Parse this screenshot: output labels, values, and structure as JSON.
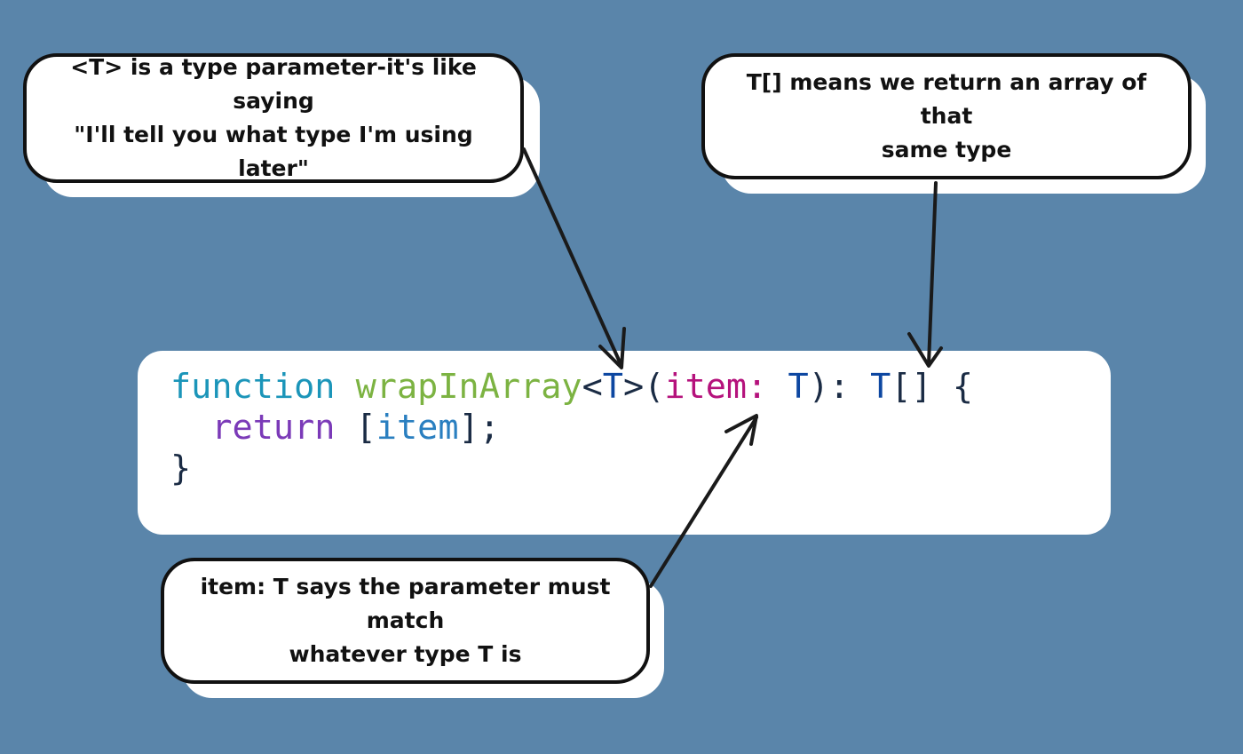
{
  "callouts": {
    "type_param": {
      "line1": "<T> is a type parameter-it's like saying",
      "line2": "\"I'll tell you what type I'm using later\""
    },
    "return_type": {
      "line1": "T[] means we return an array of that",
      "line2": "same type"
    },
    "param_type": {
      "line1": "item: T says the parameter must match",
      "line2": "whatever type T is"
    }
  },
  "code": {
    "line1": [
      {
        "text": "function",
        "kind": "keyword"
      },
      {
        "text": " ",
        "kind": "punc"
      },
      {
        "text": "wrapInArray",
        "kind": "function"
      },
      {
        "text": "<",
        "kind": "punc"
      },
      {
        "text": "T",
        "kind": "type"
      },
      {
        "text": ">",
        "kind": "punc"
      },
      {
        "text": "(",
        "kind": "punc"
      },
      {
        "text": "item:",
        "kind": "param"
      },
      {
        "text": " ",
        "kind": "punc"
      },
      {
        "text": "T",
        "kind": "type"
      },
      {
        "text": "):",
        "kind": "punc"
      },
      {
        "text": " ",
        "kind": "punc"
      },
      {
        "text": "T",
        "kind": "type"
      },
      {
        "text": "[]",
        "kind": "punc"
      },
      {
        "text": " {",
        "kind": "punc"
      }
    ],
    "line2": [
      {
        "text": "  ",
        "kind": "punc"
      },
      {
        "text": "return",
        "kind": "return"
      },
      {
        "text": " [",
        "kind": "punc"
      },
      {
        "text": "item",
        "kind": "var"
      },
      {
        "text": "];",
        "kind": "punc"
      }
    ],
    "line3": [
      {
        "text": "}",
        "kind": "punc"
      }
    ]
  },
  "colors": {
    "background": "#5a85aa",
    "keyword": "#1b95b9",
    "function": "#7cb342",
    "type": "#0d47a1",
    "param": "#b5127c",
    "return": "#7b3ab8",
    "var": "#2a7fc0"
  }
}
